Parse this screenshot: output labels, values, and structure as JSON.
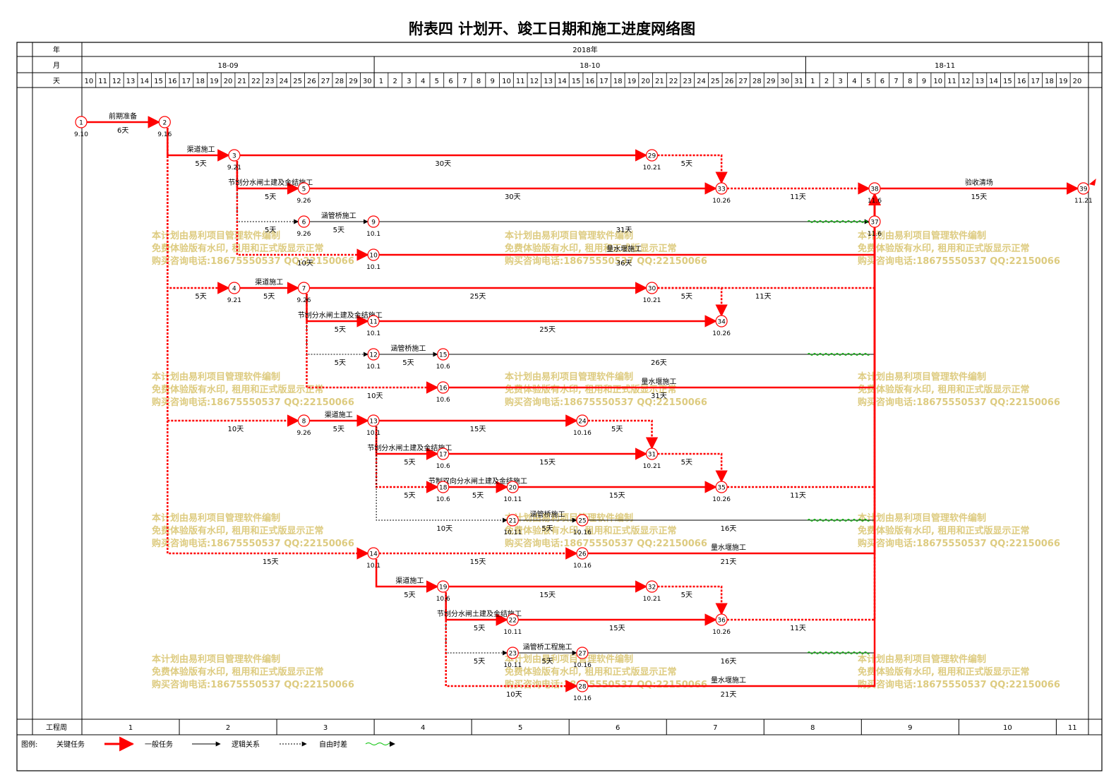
{
  "title": "附表四  计划开、竣工日期和施工进度网络图",
  "header": {
    "year_label": "年",
    "month_label": "月",
    "day_label": "天",
    "year_value": "2018年",
    "months": [
      "18-09",
      "18-10",
      "18-11"
    ],
    "days": [
      "10",
      "11",
      "12",
      "13",
      "14",
      "15",
      "16",
      "17",
      "18",
      "19",
      "20",
      "21",
      "22",
      "23",
      "24",
      "25",
      "26",
      "27",
      "28",
      "29",
      "30",
      "1",
      "2",
      "3",
      "4",
      "5",
      "6",
      "7",
      "8",
      "9",
      "10",
      "11",
      "12",
      "13",
      "14",
      "15",
      "16",
      "17",
      "18",
      "19",
      "20",
      "21",
      "22",
      "23",
      "24",
      "25",
      "26",
      "27",
      "28",
      "29",
      "30",
      "31",
      "1",
      "2",
      "3",
      "4",
      "5",
      "6",
      "7",
      "8",
      "9",
      "10",
      "11",
      "12",
      "13",
      "14",
      "15",
      "16",
      "17",
      "18",
      "19",
      "20"
    ]
  },
  "footer": {
    "weeks_label": "工程周",
    "weeks": [
      "1",
      "2",
      "3",
      "4",
      "5",
      "6",
      "7",
      "8",
      "9",
      "10",
      "11"
    ]
  },
  "legend": {
    "label": "图例:",
    "critical": "关键任务",
    "normal": "一般任务",
    "logic": "逻辑关系",
    "float": "自由时差"
  },
  "watermark": {
    "line1": "本计划由易利项目管理软件编制",
    "line2": "免费体验版有水印, 租用和正式版显示正常",
    "line3": "购买咨询电话:18675550537 QQ:22150066"
  },
  "nodes": [
    {
      "id": "1",
      "date": "9.10",
      "day": 0,
      "row": 0
    },
    {
      "id": "2",
      "date": "9.16",
      "day": 6,
      "row": 0
    },
    {
      "id": "3",
      "date": "9.21",
      "day": 11,
      "row": 1
    },
    {
      "id": "29",
      "date": "10.21",
      "day": 41,
      "row": 1
    },
    {
      "id": "5",
      "date": "9.26",
      "day": 16,
      "row": 2
    },
    {
      "id": "33",
      "date": "10.26",
      "day": 46,
      "row": 2
    },
    {
      "id": "38",
      "date": "11.6",
      "day": 57,
      "row": 2
    },
    {
      "id": "39",
      "date": "11.21",
      "day": 72,
      "row": 2
    },
    {
      "id": "6",
      "date": "9.26",
      "day": 16,
      "row": 3
    },
    {
      "id": "9",
      "date": "10.1",
      "day": 21,
      "row": 3
    },
    {
      "id": "37",
      "date": "11.6",
      "day": 57,
      "row": 3
    },
    {
      "id": "10",
      "date": "10.1",
      "day": 21,
      "row": 4
    },
    {
      "id": "4",
      "date": "9.21",
      "day": 11,
      "row": 5
    },
    {
      "id": "7",
      "date": "9.26",
      "day": 16,
      "row": 5
    },
    {
      "id": "30",
      "date": "10.21",
      "day": 41,
      "row": 5
    },
    {
      "id": "11",
      "date": "10.1",
      "day": 21,
      "row": 6
    },
    {
      "id": "34",
      "date": "10.26",
      "day": 46,
      "row": 6
    },
    {
      "id": "12",
      "date": "10.1",
      "day": 21,
      "row": 7
    },
    {
      "id": "15",
      "date": "10.6",
      "day": 26,
      "row": 7
    },
    {
      "id": "16",
      "date": "10.6",
      "day": 26,
      "row": 8
    },
    {
      "id": "8",
      "date": "9.26",
      "day": 16,
      "row": 9
    },
    {
      "id": "13",
      "date": "10.1",
      "day": 21,
      "row": 9
    },
    {
      "id": "24",
      "date": "10.16",
      "day": 36,
      "row": 9
    },
    {
      "id": "17",
      "date": "10.6",
      "day": 26,
      "row": 10
    },
    {
      "id": "31",
      "date": "10.21",
      "day": 41,
      "row": 10
    },
    {
      "id": "18",
      "date": "10.6",
      "day": 26,
      "row": 11
    },
    {
      "id": "20",
      "date": "10.11",
      "day": 31,
      "row": 11
    },
    {
      "id": "35",
      "date": "10.26",
      "day": 46,
      "row": 11
    },
    {
      "id": "21",
      "date": "10.11",
      "day": 31,
      "row": 12
    },
    {
      "id": "25",
      "date": "10.16",
      "day": 36,
      "row": 12
    },
    {
      "id": "14",
      "date": "10.1",
      "day": 21,
      "row": 13
    },
    {
      "id": "26",
      "date": "10.16",
      "day": 36,
      "row": 13
    },
    {
      "id": "19",
      "date": "10.6",
      "day": 26,
      "row": 14
    },
    {
      "id": "32",
      "date": "10.21",
      "day": 41,
      "row": 14
    },
    {
      "id": "22",
      "date": "10.11",
      "day": 31,
      "row": 15
    },
    {
      "id": "36",
      "date": "10.26",
      "day": 46,
      "row": 15
    },
    {
      "id": "23",
      "date": "10.11",
      "day": 31,
      "row": 16
    },
    {
      "id": "27",
      "date": "10.16",
      "day": 36,
      "row": 16
    },
    {
      "id": "28",
      "date": "10.16",
      "day": 36,
      "row": 17
    }
  ],
  "tasks": [
    {
      "from": "1",
      "to": "2",
      "type": "critical",
      "name": "前期准备",
      "dur": "6天"
    },
    {
      "from": "2",
      "to": "3",
      "type": "critical",
      "name": "渠道施工",
      "dur": "5天"
    },
    {
      "from": "3",
      "to": "29",
      "type": "critical",
      "name": "",
      "dur": "30天"
    },
    {
      "from": "29",
      "to": "33",
      "type": "critical_dot",
      "name": "",
      "dur": "5天"
    },
    {
      "from": "3",
      "to": "5",
      "type": "critical",
      "name": "节制分水闸土建及金结施工",
      "dur": "5天"
    },
    {
      "from": "5",
      "to": "33",
      "type": "critical",
      "name": "",
      "dur": "30天"
    },
    {
      "from": "33",
      "to": "38",
      "type": "critical_dot",
      "name": "",
      "dur": "11天"
    },
    {
      "from": "38",
      "to": "39",
      "type": "critical",
      "name": "验收清场",
      "dur": "15天"
    },
    {
      "from": "3",
      "to": "6",
      "type": "logic",
      "name": "",
      "dur": "5天"
    },
    {
      "from": "6",
      "to": "9",
      "type": "normal",
      "name": "涵管桥施工",
      "dur": "5天"
    },
    {
      "from": "9",
      "to": "37",
      "type": "normal",
      "name": "",
      "dur": "31天"
    },
    {
      "from": "3",
      "to": "10",
      "type": "critical_dot",
      "name": "",
      "dur": "10天"
    },
    {
      "from": "10",
      "to": "38",
      "type": "critical",
      "name": "量水堰施工",
      "dur": "36天"
    },
    {
      "from": "2",
      "to": "4",
      "type": "critical_dot",
      "name": "",
      "dur": "5天"
    },
    {
      "from": "4",
      "to": "7",
      "type": "critical",
      "name": "渠道施工",
      "dur": "5天"
    },
    {
      "from": "7",
      "to": "30",
      "type": "critical",
      "name": "",
      "dur": "25天"
    },
    {
      "from": "30",
      "to": "38",
      "type": "critical_dot",
      "name": "",
      "dur": "11天"
    },
    {
      "from": "30",
      "to": "34",
      "type": "critical_dot",
      "name": "",
      "dur": "5天"
    },
    {
      "from": "7",
      "to": "11",
      "type": "critical",
      "name": "节制分水闸土建及金结施工",
      "dur": "5天"
    },
    {
      "from": "11",
      "to": "34",
      "type": "critical",
      "name": "",
      "dur": "25天"
    },
    {
      "from": "7",
      "to": "12",
      "type": "logic",
      "name": "",
      "dur": "5天"
    },
    {
      "from": "12",
      "to": "15",
      "type": "normal",
      "name": "涵管桥施工",
      "dur": "5天"
    },
    {
      "from": "15",
      "to": "38",
      "type": "normal",
      "name": "",
      "dur": "26天"
    },
    {
      "from": "7",
      "to": "16",
      "type": "critical_dot",
      "name": "",
      "dur": "10天"
    },
    {
      "from": "16",
      "to": "38",
      "type": "critical",
      "name": "量水堰施工",
      "dur": "31天"
    },
    {
      "from": "2",
      "to": "8",
      "type": "critical_dot",
      "name": "",
      "dur": "10天"
    },
    {
      "from": "8",
      "to": "13",
      "type": "critical",
      "name": "渠道施工",
      "dur": "5天"
    },
    {
      "from": "13",
      "to": "24",
      "type": "critical",
      "name": "",
      "dur": "15天"
    },
    {
      "from": "24",
      "to": "31",
      "type": "critical_dot",
      "name": "",
      "dur": "5天"
    },
    {
      "from": "13",
      "to": "17",
      "type": "critical",
      "name": "节制分水闸土建及金结施工",
      "dur": "5天"
    },
    {
      "from": "17",
      "to": "31",
      "type": "critical",
      "name": "",
      "dur": "15天"
    },
    {
      "from": "31",
      "to": "35",
      "type": "critical_dot",
      "name": "",
      "dur": "5天"
    },
    {
      "from": "13",
      "to": "18",
      "type": "critical_dot",
      "name": "",
      "dur": "5天"
    },
    {
      "from": "18",
      "to": "20",
      "type": "critical",
      "name": "节制双向分水闸土建及金结施工",
      "dur": "5天"
    },
    {
      "from": "20",
      "to": "35",
      "type": "critical",
      "name": "",
      "dur": "15天"
    },
    {
      "from": "35",
      "to": "38",
      "type": "critical_dot",
      "name": "",
      "dur": "11天"
    },
    {
      "from": "13",
      "to": "21",
      "type": "logic",
      "name": "",
      "dur": "10天"
    },
    {
      "from": "21",
      "to": "25",
      "type": "normal",
      "name": "涵管桥施工",
      "dur": "5天"
    },
    {
      "from": "25",
      "to": "38",
      "type": "normal",
      "name": "",
      "dur": "16天"
    },
    {
      "from": "2",
      "to": "14",
      "type": "critical_dot",
      "name": "",
      "dur": "15天"
    },
    {
      "from": "14",
      "to": "26",
      "type": "critical_dot",
      "name": "",
      "dur": "15天"
    },
    {
      "from": "26",
      "to": "38",
      "type": "critical",
      "name": "量水堰施工",
      "dur": "21天"
    },
    {
      "from": "14",
      "to": "19",
      "type": "critical",
      "name": "渠道施工",
      "dur": "5天"
    },
    {
      "from": "19",
      "to": "32",
      "type": "critical",
      "name": "",
      "dur": "15天"
    },
    {
      "from": "32",
      "to": "36",
      "type": "critical_dot",
      "name": "",
      "dur": "5天"
    },
    {
      "from": "19",
      "to": "22",
      "type": "critical",
      "name": "节制分水闸土建及金结施工",
      "dur": "5天"
    },
    {
      "from": "22",
      "to": "36",
      "type": "critical",
      "name": "",
      "dur": "15天"
    },
    {
      "from": "36",
      "to": "38",
      "type": "critical_dot",
      "name": "",
      "dur": "11天"
    },
    {
      "from": "19",
      "to": "23",
      "type": "logic",
      "name": "",
      "dur": "5天"
    },
    {
      "from": "23",
      "to": "27",
      "type": "normal",
      "name": "涵管桥工程施工",
      "dur": "5天"
    },
    {
      "from": "27",
      "to": "38",
      "type": "normal",
      "name": "",
      "dur": "16天"
    },
    {
      "from": "19",
      "to": "28",
      "type": "critical_dot",
      "name": "",
      "dur": "10天"
    },
    {
      "from": "28",
      "to": "38",
      "type": "critical",
      "name": "量水堰施工",
      "dur": "21天"
    }
  ],
  "colors": {
    "critical": "#ff0000",
    "normal": "#000000",
    "float": "#00c000",
    "watermark": "#d8c36a"
  }
}
